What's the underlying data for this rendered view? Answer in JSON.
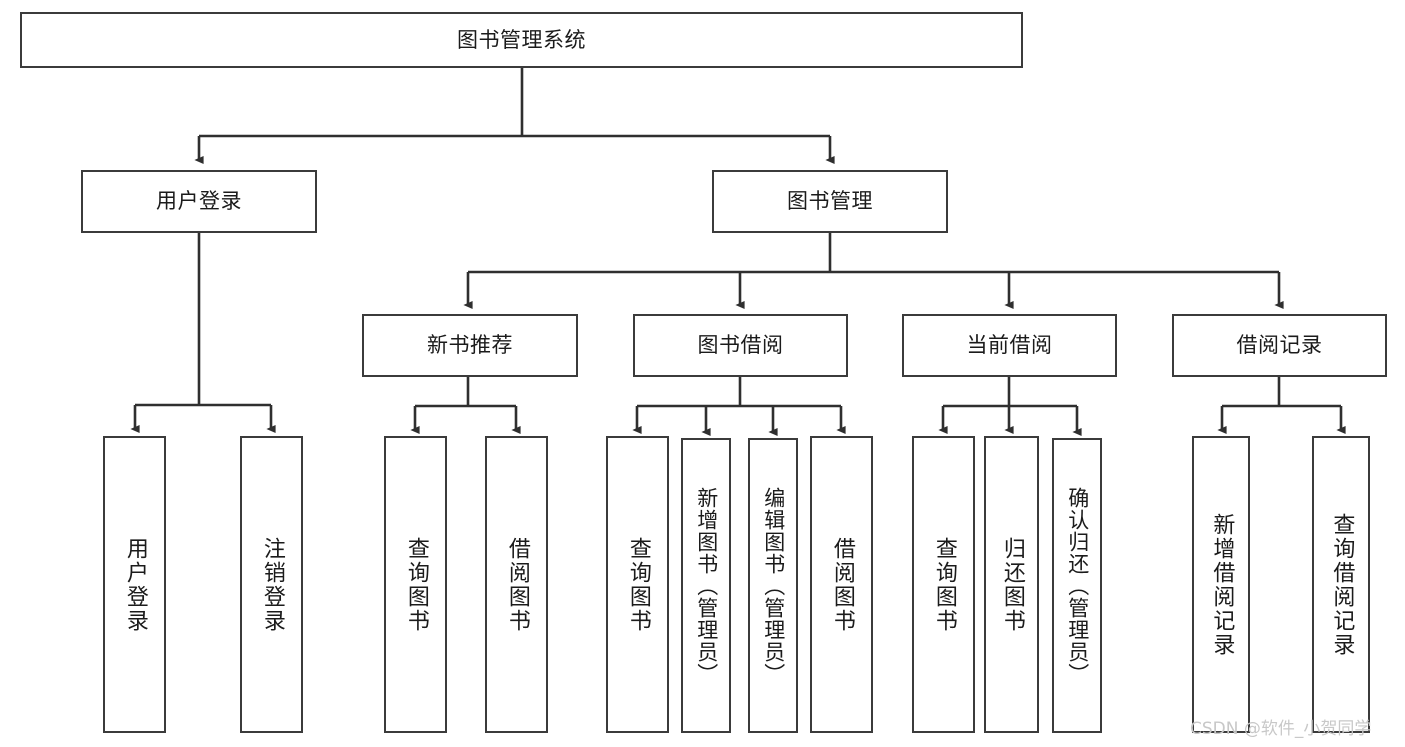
{
  "diagram": {
    "type": "tree",
    "title": "图书管理系统",
    "colors": {
      "border": "#3b3b3b",
      "text": "#1b1b1b",
      "background": "#ffffff",
      "watermark": "#c8c8c8"
    },
    "nodes": {
      "root": "图书管理系统",
      "level2": [
        "用户登录",
        "图书管理"
      ],
      "level3": [
        "新书推荐",
        "图书借阅",
        "当前借阅",
        "借阅记录"
      ],
      "leaves": {
        "user_login": [
          "用户登录",
          "注销登录"
        ],
        "new_book_recommend": [
          "查询图书",
          "借阅图书"
        ],
        "book_borrow": [
          "查询图书",
          "新增图书（管理员）",
          "编辑图书（管理员）",
          "借阅图书"
        ],
        "current_borrow": [
          "查询图书",
          "归还图书",
          "确认归还（管理员）"
        ],
        "borrow_record": [
          "新增借阅记录",
          "查询借阅记录"
        ]
      }
    }
  },
  "watermark": "CSDN @软件_小贺同学"
}
